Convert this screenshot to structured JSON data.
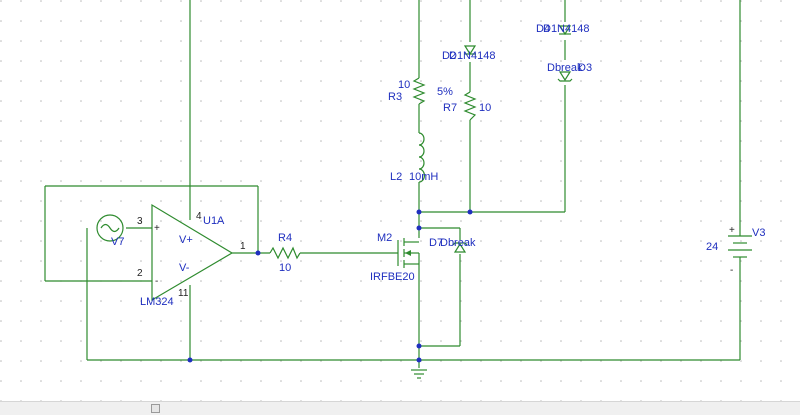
{
  "schematic": {
    "components": {
      "opamp": {
        "refdes": "U1A",
        "model": "LM324",
        "pin_plus": "3",
        "pin_minus": "2",
        "pin_out": "1",
        "pin_vpos": "4",
        "pin_vneg": "11",
        "sym_plus": "+",
        "sym_minus": "-",
        "label_vplus": "V+",
        "label_vminus": "V-"
      },
      "source_v7": {
        "refdes": "V7"
      },
      "resistor_r4": {
        "refdes": "R4",
        "value": "10"
      },
      "resistor_r3": {
        "refdes": "R3",
        "value": "10",
        "tolerance": "5%"
      },
      "resistor_r7": {
        "refdes": "R7",
        "value": "10"
      },
      "inductor_l2": {
        "refdes": "L2",
        "value": "10mH"
      },
      "mosfet_m2": {
        "refdes": "M2",
        "model": "IRFBE20"
      },
      "diode_d7": {
        "refdes": "D7",
        "model": "Dbreak"
      },
      "diode_d3": {
        "refdes": "D3",
        "model": "Dbreak"
      },
      "diode_d2": {
        "refdes": "D2",
        "model": "D1N4148"
      },
      "diode_d4": {
        "refdes": "D4",
        "model": "D1N4148"
      },
      "battery_v3": {
        "refdes": "V3",
        "value": "24",
        "sym_plus": "+",
        "sym_minus": "-"
      }
    }
  }
}
